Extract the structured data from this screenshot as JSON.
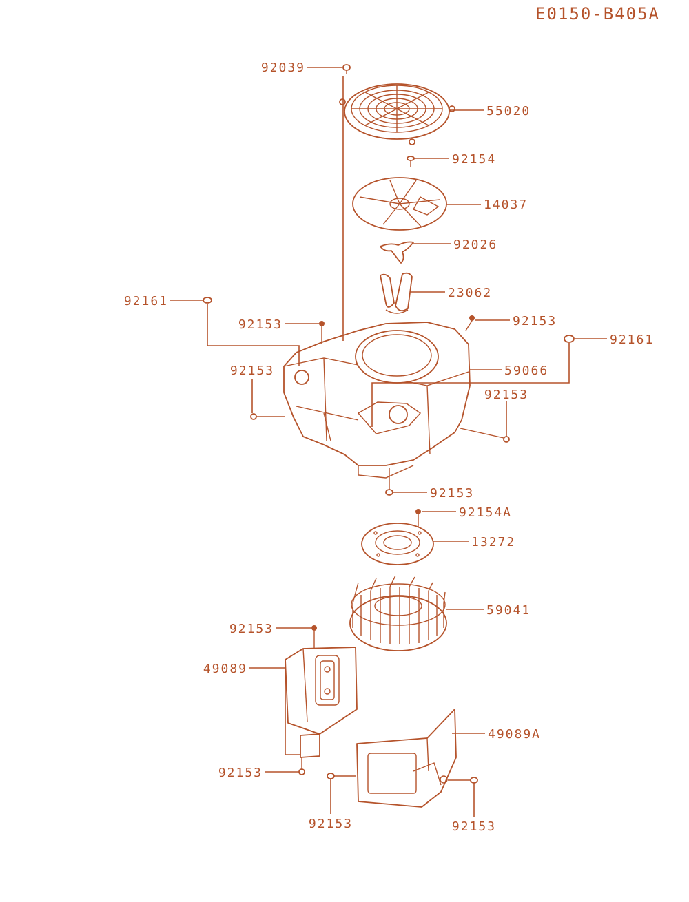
{
  "diagram_code": "E0150-B405A",
  "colors": {
    "ink": "#b5532b",
    "background": "#ffffff"
  },
  "callouts": [
    {
      "id": "92039-top",
      "number": "92039"
    },
    {
      "id": "55020",
      "number": "55020"
    },
    {
      "id": "92154-top",
      "number": "92154"
    },
    {
      "id": "14037",
      "number": "14037"
    },
    {
      "id": "92026",
      "number": "92026"
    },
    {
      "id": "23062",
      "number": "23062"
    },
    {
      "id": "92161-left",
      "number": "92161"
    },
    {
      "id": "92153-a",
      "number": "92153"
    },
    {
      "id": "92153-b",
      "number": "92153"
    },
    {
      "id": "92161-right",
      "number": "92161"
    },
    {
      "id": "92153-c",
      "number": "92153"
    },
    {
      "id": "59066",
      "number": "59066"
    },
    {
      "id": "92153-d",
      "number": "92153"
    },
    {
      "id": "92153-e",
      "number": "92153"
    },
    {
      "id": "92154A",
      "number": "92154A"
    },
    {
      "id": "13272",
      "number": "13272"
    },
    {
      "id": "59041",
      "number": "59041"
    },
    {
      "id": "92153-f",
      "number": "92153"
    },
    {
      "id": "49089",
      "number": "49089"
    },
    {
      "id": "49089A",
      "number": "49089A"
    },
    {
      "id": "92153-g",
      "number": "92153"
    },
    {
      "id": "92153-h",
      "number": "92153"
    },
    {
      "id": "92153-i",
      "number": "92153"
    }
  ]
}
